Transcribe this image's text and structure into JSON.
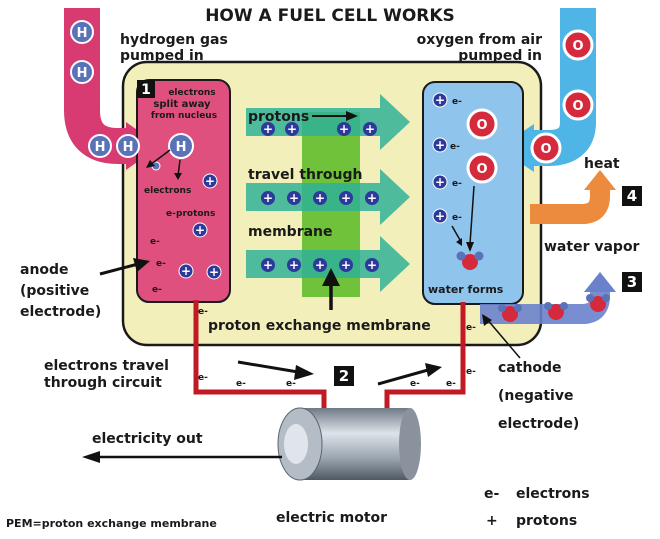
{
  "title": "HOW A FUEL CELL WORKS",
  "labels": {
    "hydrogen_line1": "hydrogen gas",
    "hydrogen_line2": "pumped in",
    "oxygen_line1": "oxygen from air",
    "oxygen_line2": "pumped in",
    "split_line1": "electrons",
    "split_line2": "split away",
    "split_line3": "from nucleus",
    "electrons_small": "electrons",
    "protons_small": "protons",
    "protons_big": "protons",
    "travel_through": "travel through",
    "membrane": "membrane",
    "pem_label": "proton exchange membrane",
    "water_forms": "water forms",
    "heat": "heat",
    "water_vapor": "water vapor",
    "anode_line1": "anode",
    "anode_line2": "(positive",
    "anode_line3": "electrode)",
    "cathode_line1": "cathode",
    "cathode_line2": "(negative",
    "cathode_line3": "electrode)",
    "circuit_line1": "electrons travel",
    "circuit_line2": "through circuit",
    "electricity_out": "electricity out",
    "electric_motor": "electric motor",
    "pem_definition": "PEM=proton exchange membrane"
  },
  "steps": {
    "s1": "1",
    "s2": "2",
    "s3": "3",
    "s4": "4"
  },
  "symbols": {
    "hydrogen": "H",
    "oxygen": "O",
    "proton": "+",
    "electron": "e-",
    "electron_alt": "e–"
  },
  "legend": {
    "electron_symbol": "e-",
    "electron_label": "electrons",
    "proton_symbol": "+",
    "proton_label": "protons"
  },
  "colors": {
    "hydrogen_pipe": "#d83a72",
    "anode": "#e0507f",
    "cathode": "#8fc4ec",
    "oxygen_pipe": "#4fb4e6",
    "cell_body": "#f3efbb",
    "proton_arrow": "#2fb296",
    "membrane": "#6fc23a",
    "particle": "#2e3a9a",
    "oxygen_atom": "#d42a3c",
    "circuit_wire": "#c21a24",
    "heat_arrow": "#ec8a3e",
    "vapor_arrow": "#6a82cc"
  }
}
